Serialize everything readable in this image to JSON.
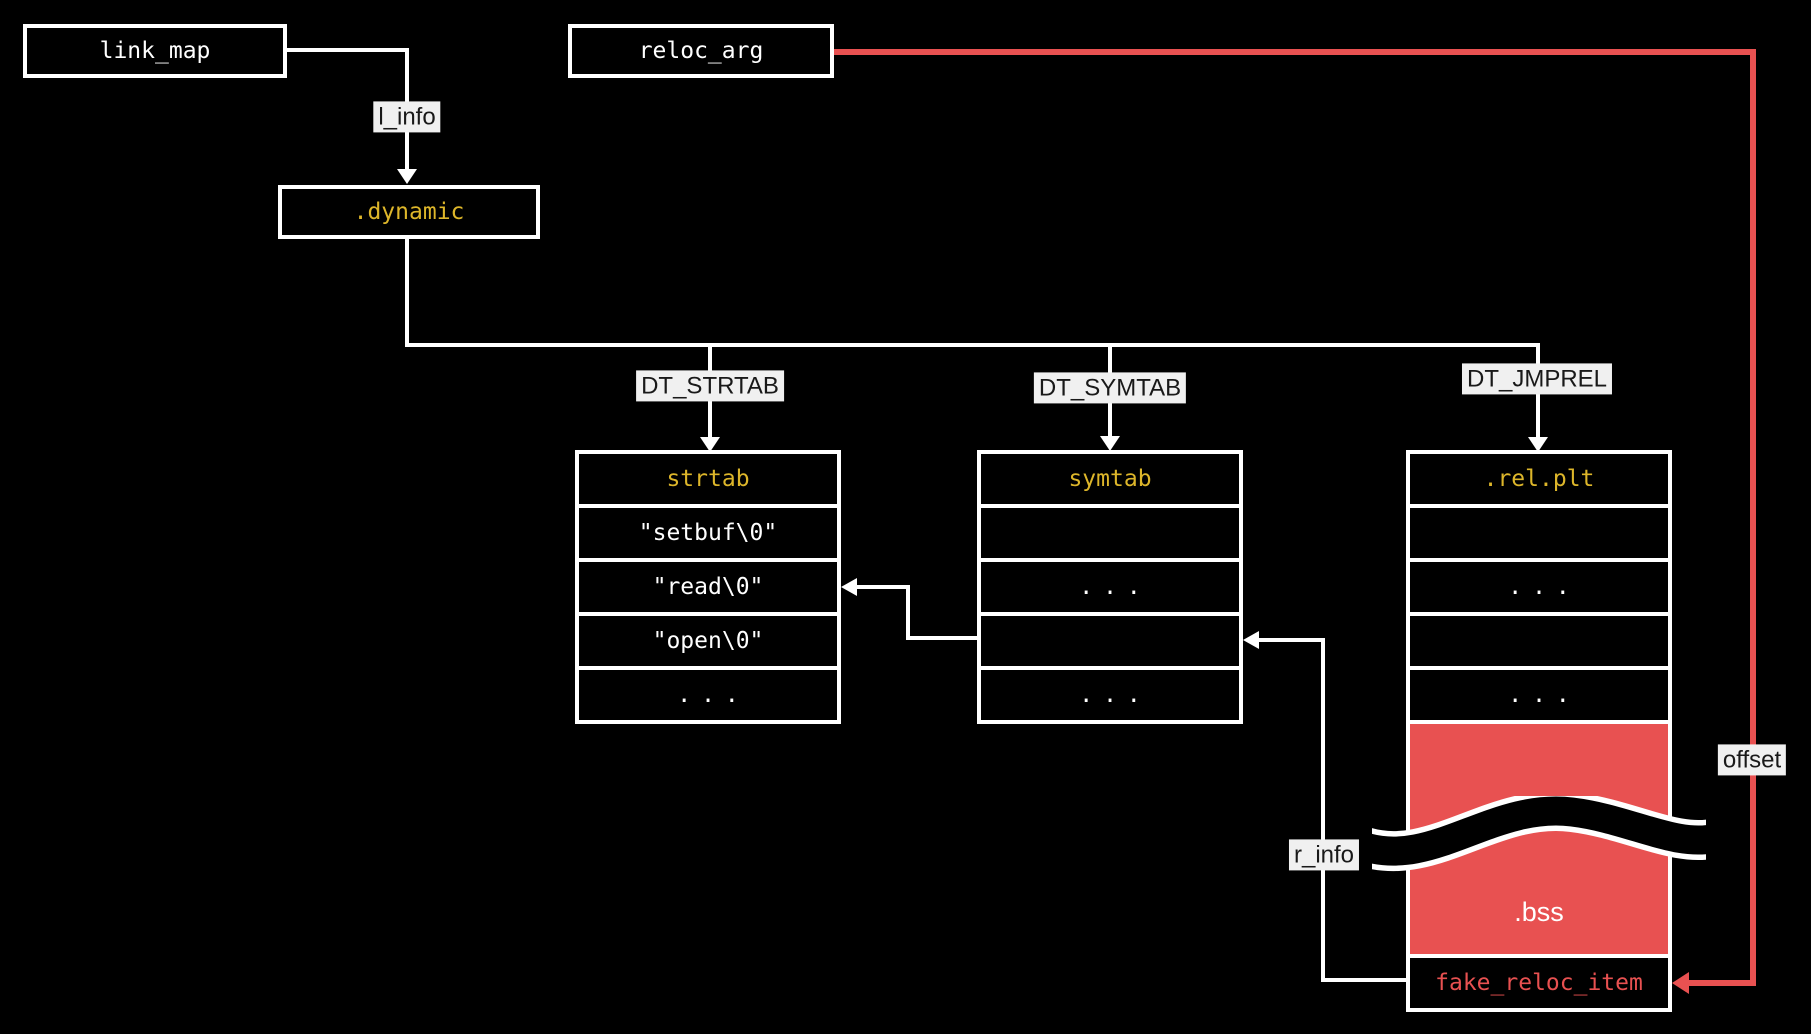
{
  "nodes": {
    "link_map": "link_map",
    "reloc_arg": "reloc_arg",
    "dynamic": ".dynamic"
  },
  "edge_labels": {
    "l_info": "l_info",
    "dt_strtab": "DT_STRTAB",
    "dt_symtab": "DT_SYMTAB",
    "dt_jmprel": "DT_JMPREL",
    "offset": "offset",
    "r_info": "r_info"
  },
  "tables": {
    "strtab": {
      "header": "strtab",
      "rows": [
        "\"setbuf\\0\"",
        "\"read\\0\"",
        "\"open\\0\"",
        "..."
      ]
    },
    "symtab": {
      "header": "symtab",
      "rows": [
        "",
        "...",
        "",
        "..."
      ]
    },
    "rel_plt": {
      "header": ".rel.plt",
      "rows": [
        "",
        "...",
        "",
        "..."
      ],
      "bss_label": ".bss",
      "fake_reloc_item": "fake_reloc_item"
    }
  },
  "colors": {
    "background": "#000000",
    "line_white": "#ffffff",
    "accent_red": "#e85151",
    "accent_yellow": "#ddb62a",
    "label_bg": "#f0f0f0",
    "label_text": "#191919"
  }
}
